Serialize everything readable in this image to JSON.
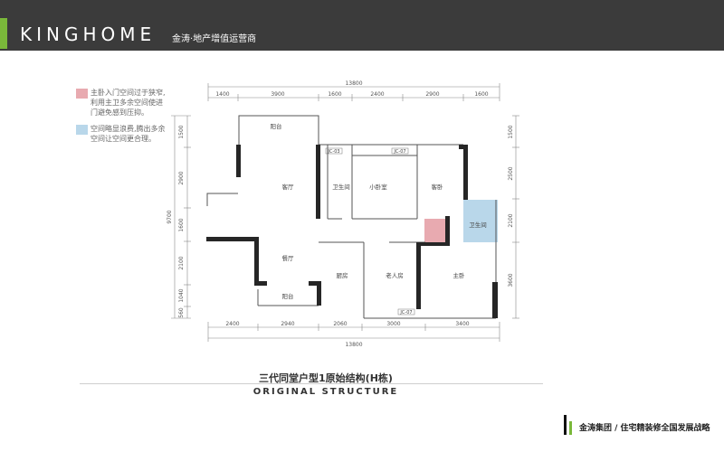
{
  "header": {
    "brand": "KINGHOME",
    "tagline": "金涛·地产增值运营商"
  },
  "legend": [
    {
      "color": "#e8aab0",
      "text_lines": [
        "主卧入门空间过于狭窄,",
        "利用主卫多余空间使进",
        "门避免感到压抑。"
      ]
    },
    {
      "color": "#b9d7ea",
      "text_lines": [
        "空间略显浪费,腾出多余",
        "空间让空间更合理。"
      ]
    }
  ],
  "plan": {
    "top_total": "13800",
    "top_dims": [
      "1400",
      "3900",
      "1600",
      "2400",
      "2900",
      "1600"
    ],
    "bottom_total": "13800",
    "bottom_dims": [
      "2400",
      "2940",
      "2060",
      "3000",
      "3400"
    ],
    "left_total": "9700",
    "left_dims": [
      "1500",
      "2900",
      "1600",
      "2100",
      "1040",
      "560"
    ],
    "right_dims": [
      "1500",
      "2500",
      "2100",
      "3600"
    ],
    "rooms": {
      "balcony_top": "阳台",
      "living": "客厅",
      "bath_1": "卫生间",
      "small_bedroom": "小卧室",
      "guest_bedroom": "客卧",
      "bath_2": "卫生间",
      "dining": "餐厅",
      "kitchen": "厨房",
      "elder_bedroom": "老人房",
      "master_bedroom": "主卧",
      "balcony_bottom": "阳台"
    },
    "marks": [
      "JC-03",
      "JC-07",
      "JC-07"
    ]
  },
  "caption": {
    "zh": "三代同堂户型1原始结构(H栋)",
    "en": "ORIGINAL STRUCTURE"
  },
  "footer": {
    "text": "金涛集团 / 住宅精装修全国发展战略"
  }
}
